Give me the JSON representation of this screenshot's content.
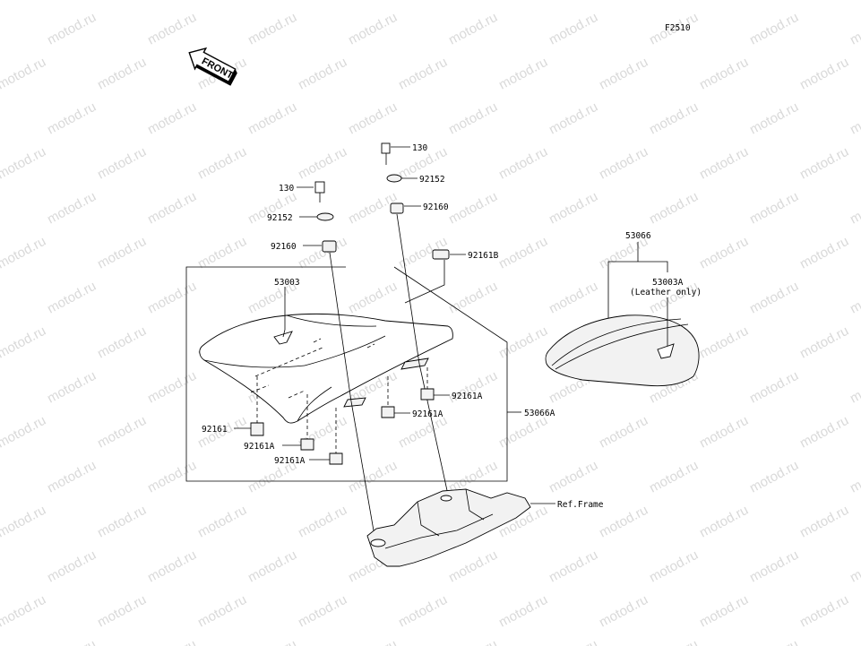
{
  "figure_code": "F2510",
  "front_label": "FRONT",
  "watermark": "motod.ru",
  "callouts": {
    "bolt_right": "130",
    "washer_right": "92152",
    "grommet_right": "92160",
    "bolt_left": "130",
    "washer_left": "92152",
    "grommet_left": "92160",
    "damper_b": "92161B",
    "seat": "53003",
    "damper_plain": "92161",
    "damper_a_1": "92161A",
    "damper_a_2": "92161A",
    "damper_a_3": "92161A",
    "damper_a_4": "92161A",
    "seat_assy": "53066A",
    "seat_cover_assy": "53066",
    "seat_cover": "53003A",
    "seat_cover_note": "(Leather only)",
    "ref_frame": "Ref.Frame"
  }
}
